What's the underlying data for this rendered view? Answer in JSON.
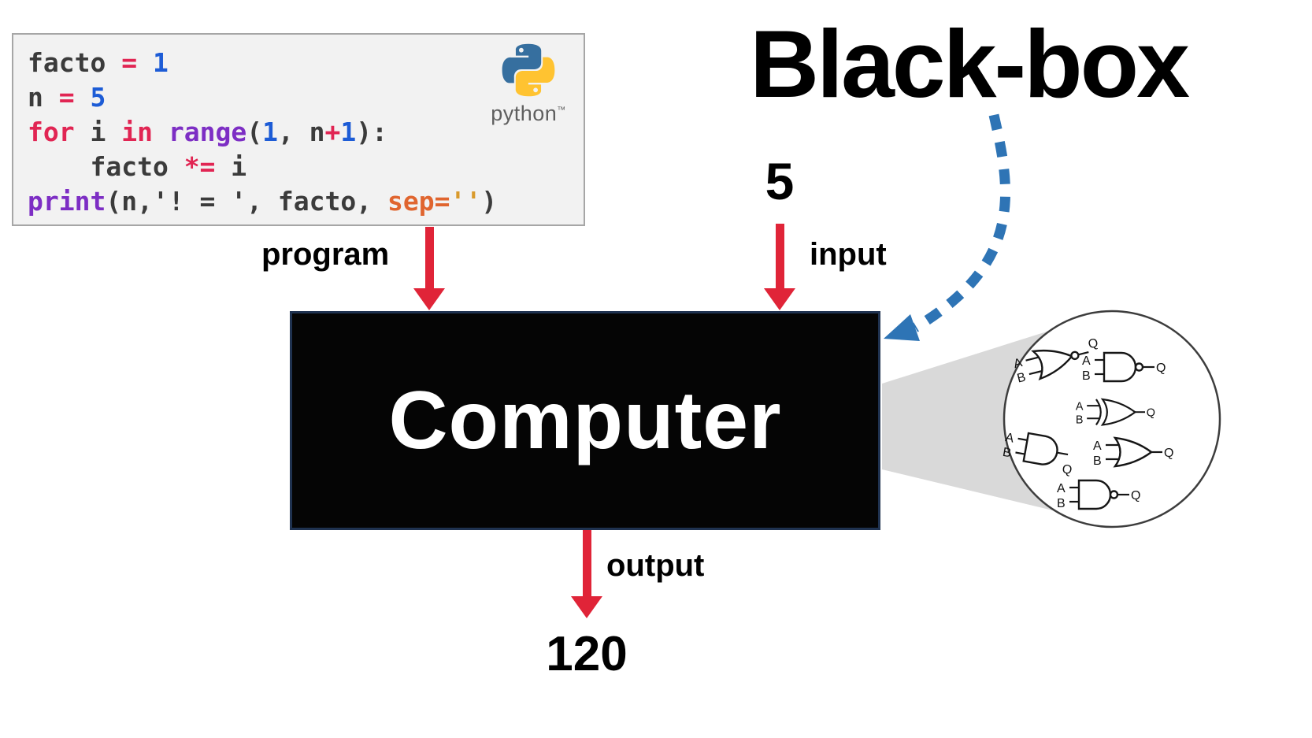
{
  "title": {
    "text": "Black-box"
  },
  "code_panel": {
    "lines": [
      {
        "tokens": [
          {
            "t": "facto ",
            "c": "plain"
          },
          {
            "t": "= ",
            "c": "keyword"
          },
          {
            "t": "1",
            "c": "number"
          }
        ]
      },
      {
        "tokens": [
          {
            "t": "n ",
            "c": "plain"
          },
          {
            "t": "= ",
            "c": "keyword"
          },
          {
            "t": "5",
            "c": "number"
          }
        ]
      },
      {
        "tokens": [
          {
            "t": "for",
            "c": "keyword"
          },
          {
            "t": " i ",
            "c": "plain"
          },
          {
            "t": "in",
            "c": "keyword"
          },
          {
            "t": " ",
            "c": "plain"
          },
          {
            "t": "range",
            "c": "builtin"
          },
          {
            "t": "(",
            "c": "plain"
          },
          {
            "t": "1",
            "c": "number"
          },
          {
            "t": ", n",
            "c": "plain"
          },
          {
            "t": "+",
            "c": "keyword"
          },
          {
            "t": "1",
            "c": "number"
          },
          {
            "t": "):",
            "c": "plain"
          }
        ]
      },
      {
        "tokens": [
          {
            "t": "    facto ",
            "c": "plain"
          },
          {
            "t": "*=",
            "c": "keyword"
          },
          {
            "t": " i",
            "c": "plain"
          }
        ]
      },
      {
        "tokens": [
          {
            "t": "print",
            "c": "builtin"
          },
          {
            "t": "(n,",
            "c": "plain"
          },
          {
            "t": "'! = '",
            "c": "plain"
          },
          {
            "t": ", facto, ",
            "c": "plain"
          },
          {
            "t": "sep=",
            "c": "kwarg"
          },
          {
            "t": "''",
            "c": "string"
          },
          {
            "t": ")",
            "c": "plain"
          }
        ]
      }
    ],
    "python_logo": {
      "icon": "python-logo-icon",
      "wordmark": "python",
      "trademark": "™"
    }
  },
  "flow": {
    "program_label": "program",
    "input_value": "5",
    "input_label": "input",
    "computer_label": "Computer",
    "output_label": "output",
    "output_value": "120"
  },
  "magnifier": {
    "gates": [
      {
        "type": "NOR",
        "a": "A",
        "b": "B",
        "q": "Q"
      },
      {
        "type": "NAND",
        "a": "A",
        "b": "B",
        "q": "Q"
      },
      {
        "type": "XOR",
        "a": "A",
        "b": "B",
        "q": "Q"
      },
      {
        "type": "AND",
        "a": "A",
        "b": "B",
        "q": "Q"
      },
      {
        "type": "OR",
        "a": "A",
        "b": "B",
        "q": "Q"
      },
      {
        "type": "NAND",
        "a": "A",
        "b": "B",
        "q": "Q"
      }
    ]
  },
  "colors": {
    "arrow_red": "#e02438",
    "dashed_blue": "#2e74b5",
    "computer_bg": "#050505",
    "computer_text": "#ffffff",
    "code_bg": "#f2f2f2",
    "code_border": "#a6a6a6",
    "cone_gray": "#d9d9d9",
    "python_blue": "#366f9f",
    "python_yellow": "#ffc331",
    "syntax": {
      "plain": "#3b3b3b",
      "keyword": "#e12553",
      "number": "#1d5cd6",
      "builtin": "#7d2ec4",
      "kwarg": "#e0652f",
      "string": "#d99a2b"
    }
  }
}
